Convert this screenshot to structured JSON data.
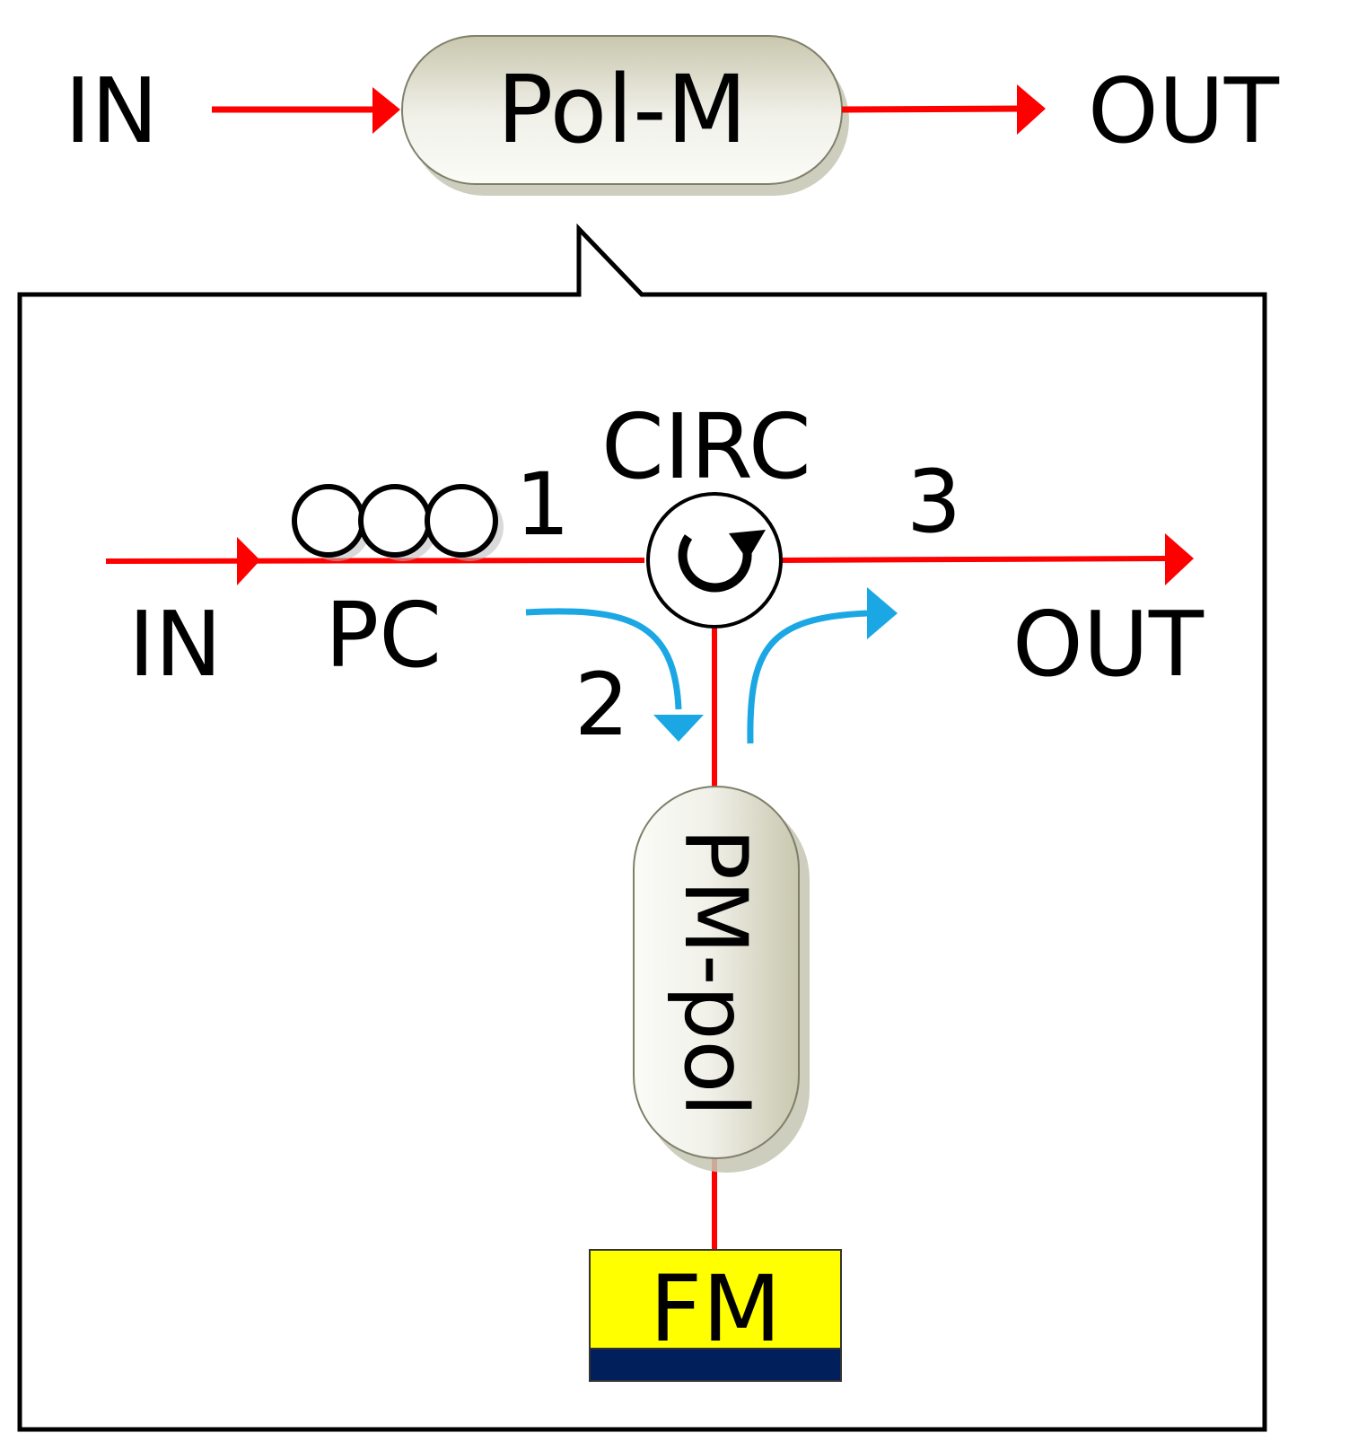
{
  "top": {
    "in_label": "IN",
    "out_label": "OUT",
    "module_label": "Pol-M"
  },
  "detail": {
    "in_label": "IN",
    "out_label": "OUT",
    "pc_label": "PC",
    "circ_label": "CIRC",
    "port1_label": "1",
    "port2_label": "2",
    "port3_label": "3",
    "pmpol_label": "PM-pol",
    "fm_label": "FM"
  },
  "colors": {
    "fiber": "#ff0000",
    "light_path": "#1aa7e4",
    "fm_fill": "#ffff00",
    "fm_base": "#001f5b",
    "module_fill_light": "#fbfbf7",
    "module_fill_dark": "#c9c7ae"
  }
}
